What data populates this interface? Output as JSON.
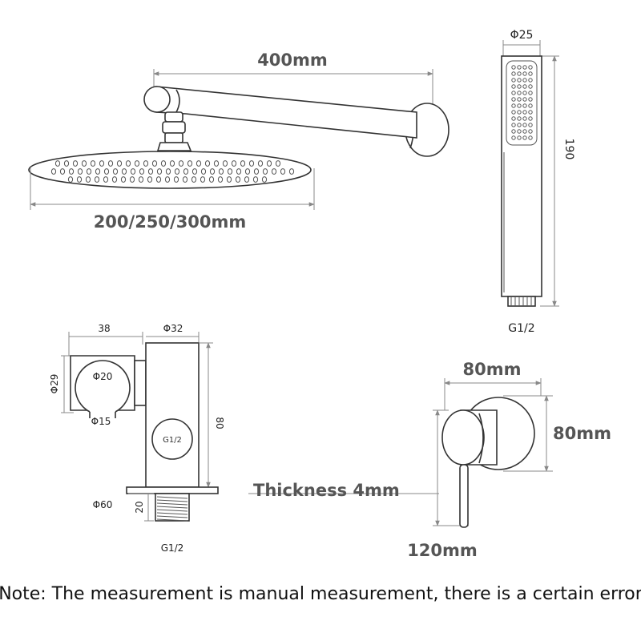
{
  "shower_head": {
    "arm_length": "400mm",
    "diameter": "200/250/300mm"
  },
  "hand_shower": {
    "diameter": "Φ25",
    "length": "190",
    "thread": "G1/2"
  },
  "holder_outlet": {
    "width": "38",
    "outlet_diameter": "Φ32",
    "hook_height": "Φ29",
    "hook_inner": "Φ20",
    "hook_slot": "Φ15",
    "height": "80",
    "thread_label": "G1/2",
    "flange_diameter": "Φ60",
    "flange_depth": "20",
    "bottom_thread": "G1/2"
  },
  "mixer": {
    "width": "80mm",
    "height": "80mm",
    "thickness": "Thickness 4mm",
    "lever_length": "120mm"
  },
  "note": "Note: The measurement is manual measurement, there is a certain error"
}
